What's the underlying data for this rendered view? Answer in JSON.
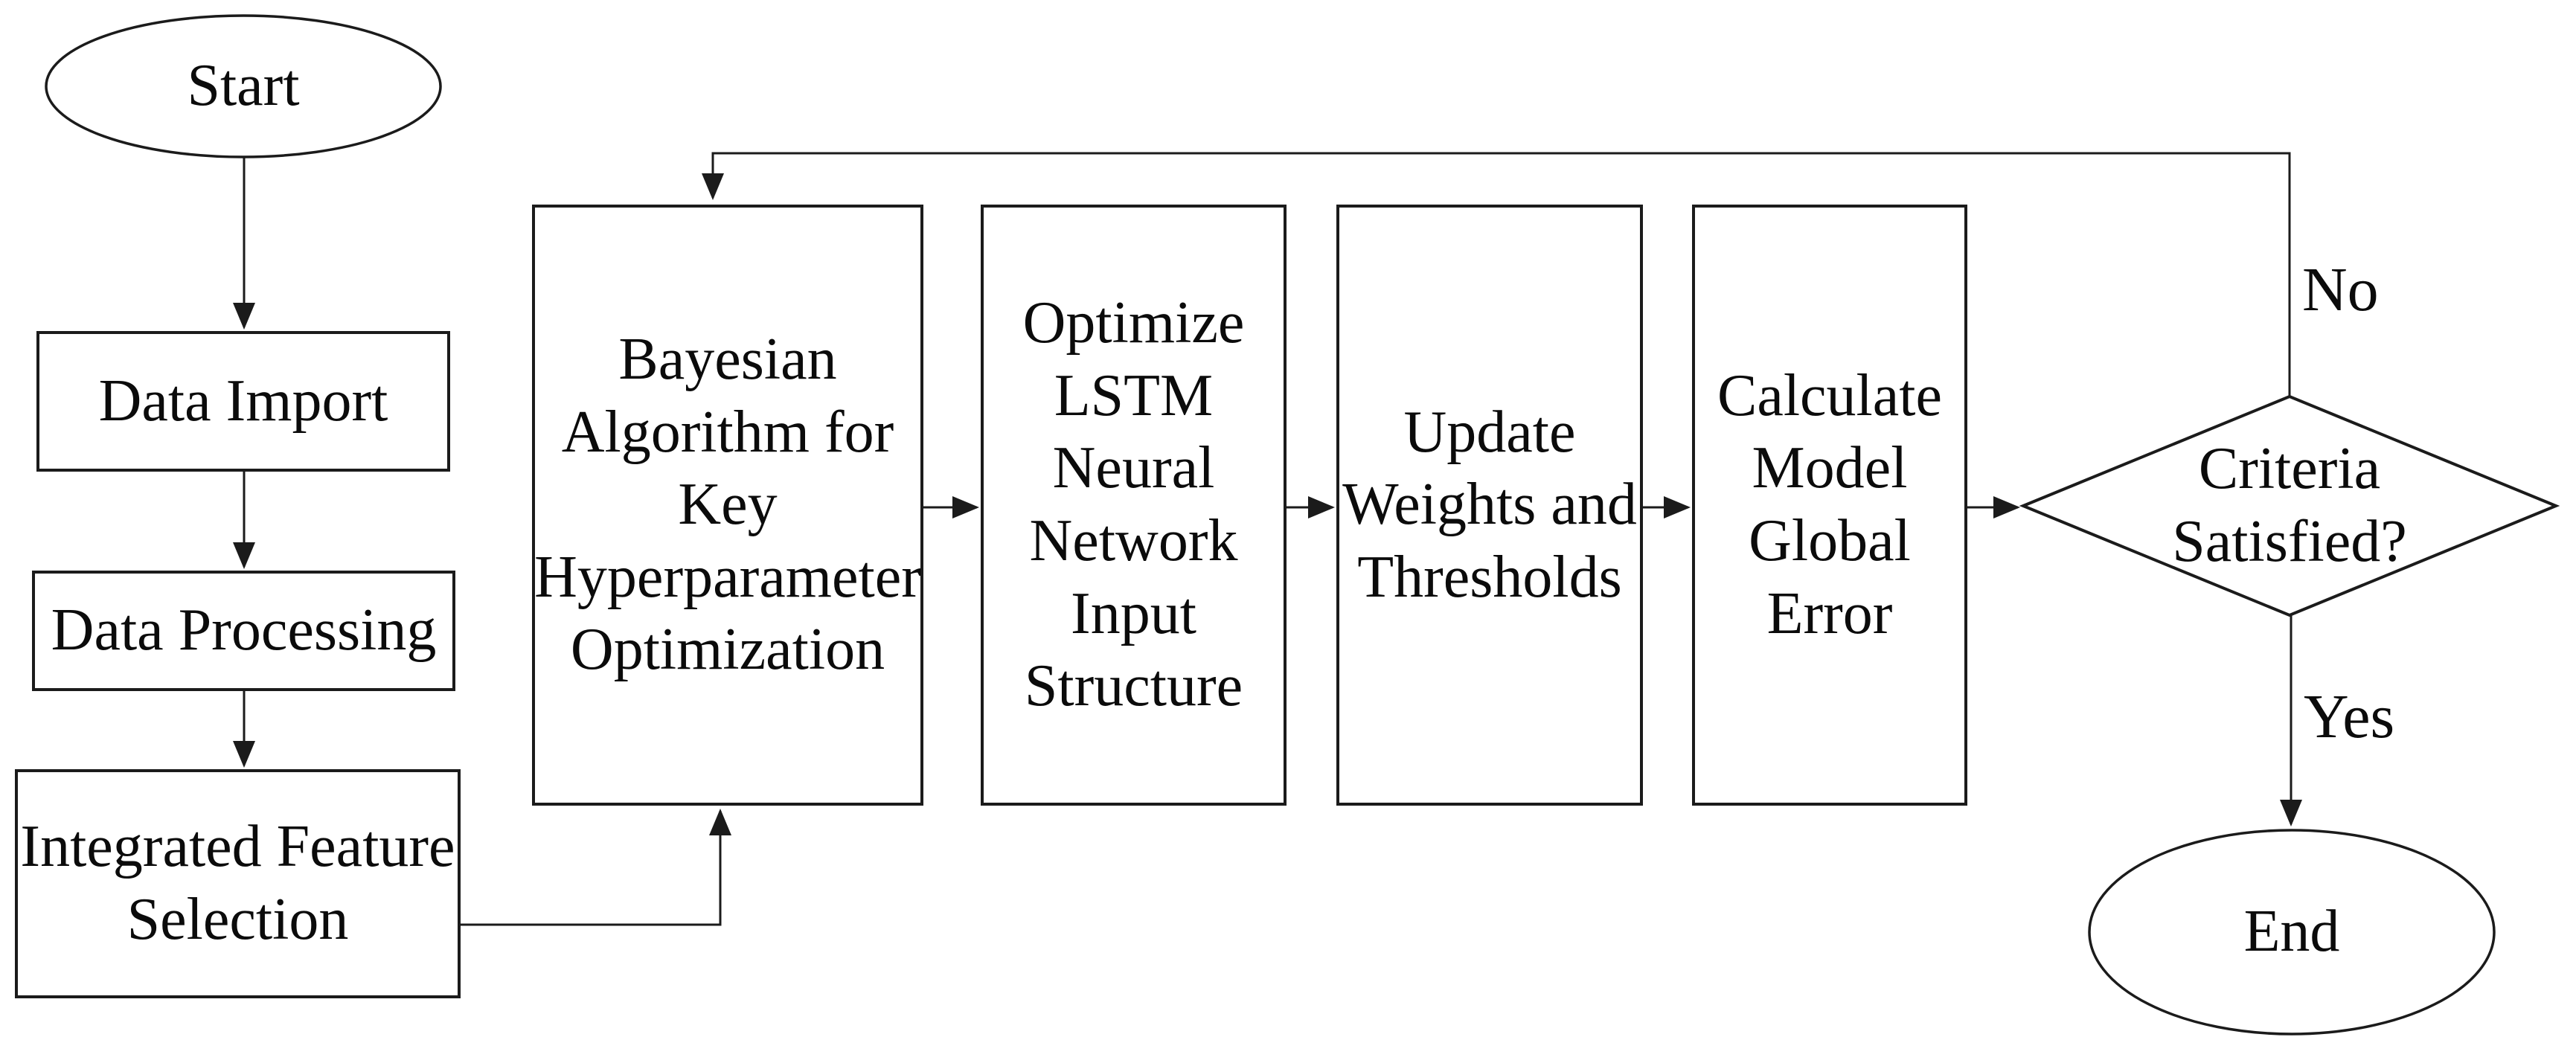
{
  "diagram": {
    "nodes": {
      "start": {
        "label": "Start",
        "shape": "terminator"
      },
      "data_import": {
        "label": "Data Import",
        "shape": "process"
      },
      "data_processing": {
        "label": "Data Processing",
        "shape": "process"
      },
      "feature_selection": {
        "label": "Integrated Feature\nSelection",
        "shape": "process"
      },
      "bayesian": {
        "label": "Bayesian\nAlgorithm for\nKey\nHyperparameter\nOptimization",
        "shape": "process"
      },
      "optimize_lstm": {
        "label": "Optimize\nLSTM\nNeural\nNetwork\nInput\nStructure",
        "shape": "process"
      },
      "update_weights": {
        "label": "Update\nWeights and\nThresholds",
        "shape": "process"
      },
      "calculate_error": {
        "label": "Calculate\nModel\nGlobal\nError",
        "shape": "process"
      },
      "criteria": {
        "label": "Criteria\nSatisfied?",
        "shape": "decision"
      },
      "end": {
        "label": "End",
        "shape": "terminator"
      }
    },
    "edge_labels": {
      "no": "No",
      "yes": "Yes"
    },
    "colors": {
      "stroke": "#1b1b1b",
      "text": "#0b0b0b",
      "background": "#ffffff"
    }
  }
}
